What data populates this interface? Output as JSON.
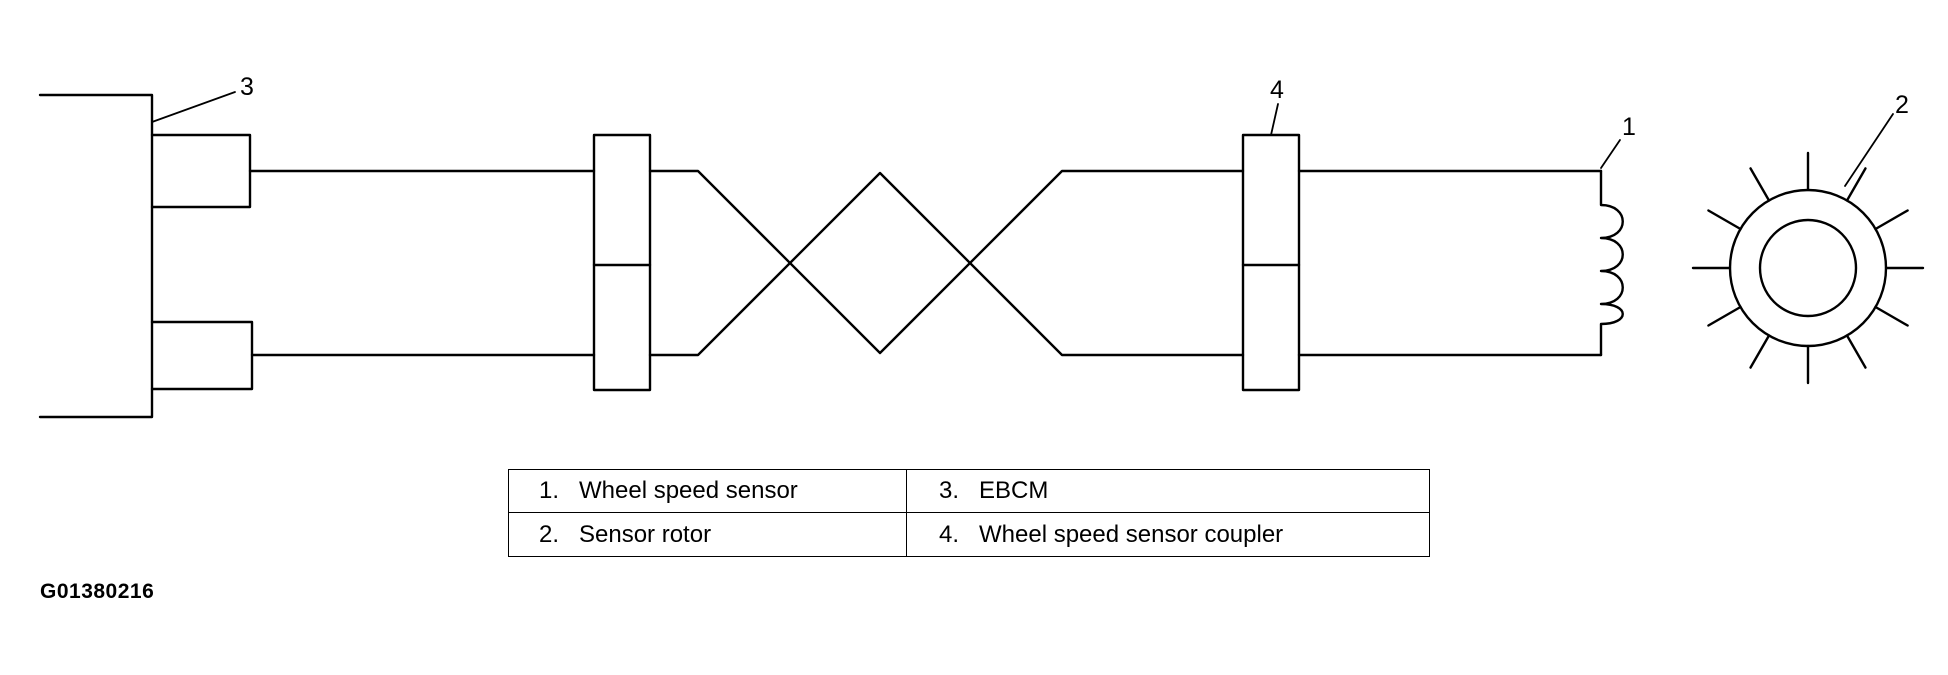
{
  "callouts": {
    "wheel_speed_sensor": "1",
    "sensor_rotor": "2",
    "ebcm": "3",
    "coupler": "4"
  },
  "legend": {
    "rows": [
      {
        "left": {
          "num": "1.",
          "label": "Wheel speed sensor"
        },
        "right": {
          "num": "3.",
          "label": "EBCM"
        }
      },
      {
        "left": {
          "num": "2.",
          "label": "Sensor rotor"
        },
        "right": {
          "num": "4.",
          "label": "Wheel speed sensor coupler"
        }
      }
    ]
  },
  "figure_id": "G01380216"
}
